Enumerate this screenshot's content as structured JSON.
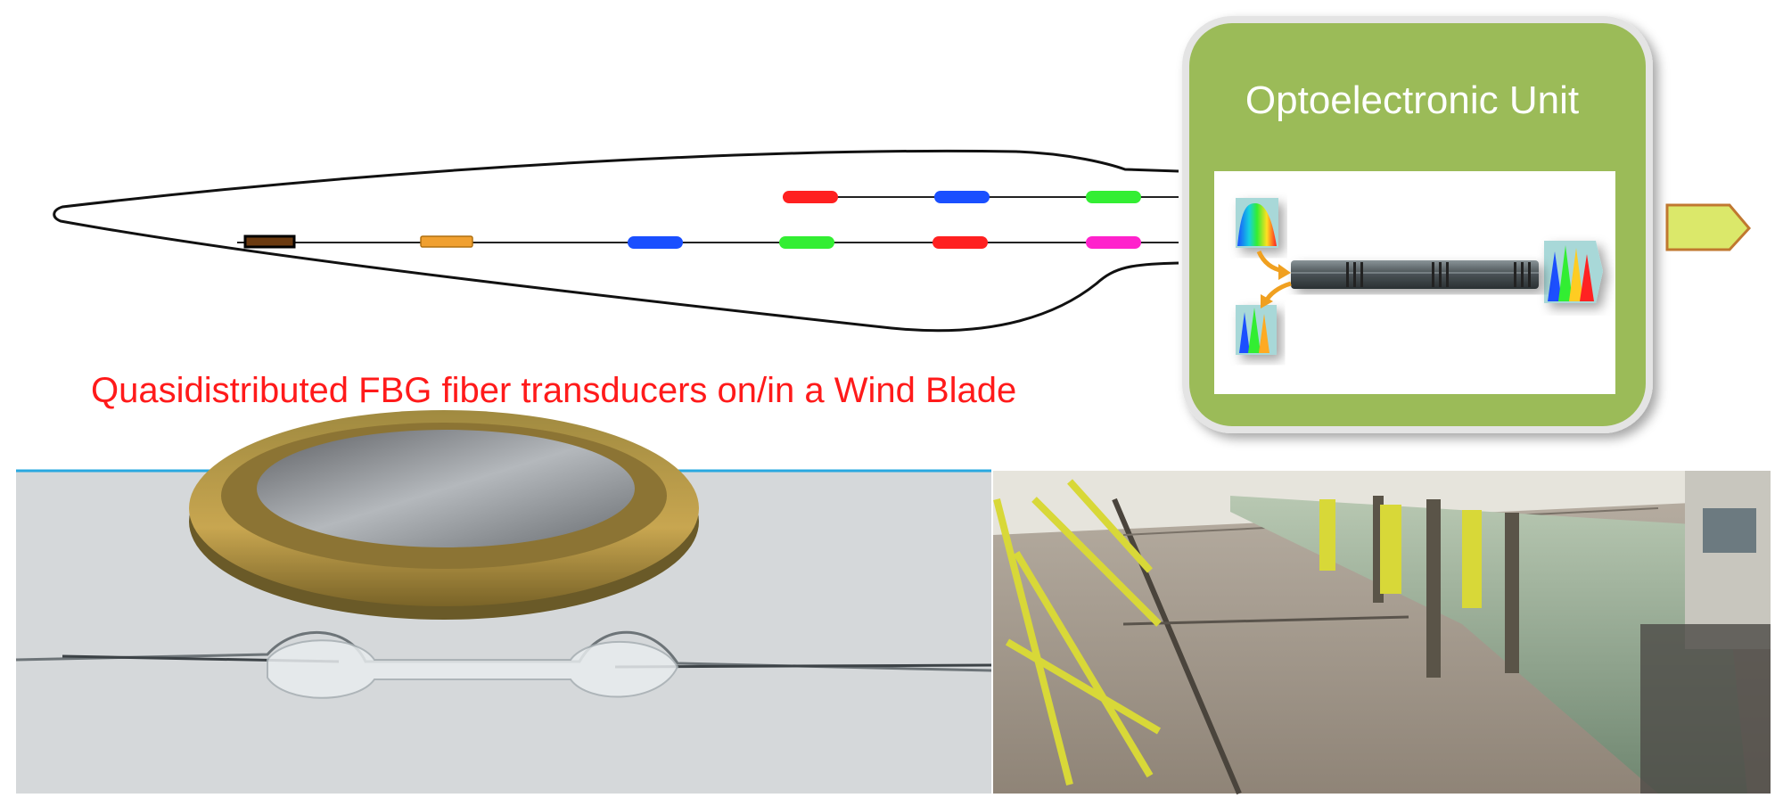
{
  "diagram": {
    "caption": "Quasidistributed FBG fiber transducers on/in a Wind Blade",
    "unit_title": "Optoelectronic Unit"
  },
  "colors": {
    "caption": "#ff1a1a",
    "unit_fill": "#9bbb59",
    "unit_border": "#e6e6e6",
    "output_arrow": "#dbe86a",
    "grating_red": "#ff2020",
    "grating_blue": "#1a4fff",
    "grating_green": "#33ee33",
    "grating_magenta": "#ff22cc",
    "grating_orange": "#f0a030",
    "photo_divider": "#29a8e0"
  },
  "photos": {
    "left": "fbg-sensor-next-to-coin-photo",
    "right": "wind-blade-test-rig-photo"
  }
}
